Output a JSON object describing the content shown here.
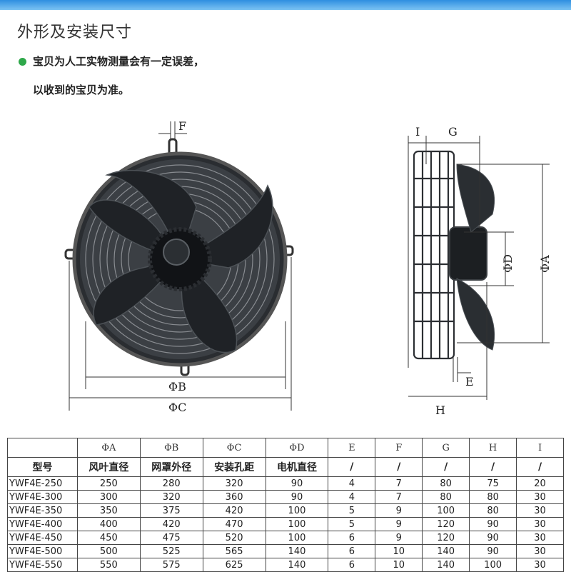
{
  "header": {
    "title": "外形及安装尺寸",
    "note_line1": "宝贝为人工实物测量会有一定误差，",
    "note_line2": "以收到的宝贝为准。"
  },
  "diagram": {
    "front_labels": {
      "f": "F",
      "phi_b": "ΦB",
      "phi_c": "ΦC"
    },
    "side_labels": {
      "i": "I",
      "g": "G",
      "phi_d": "ΦD",
      "phi_a": "ΦA",
      "e": "E",
      "h": "H"
    }
  },
  "table": {
    "header_row1": [
      "",
      "ΦA",
      "ΦB",
      "ΦC",
      "ΦD",
      "E",
      "F",
      "G",
      "H",
      "I"
    ],
    "header_row2": [
      "型号",
      "风叶直径",
      "网罩外径",
      "安装孔距",
      "电机直径",
      "/",
      "/",
      "/",
      "/",
      "/"
    ],
    "rows": [
      [
        "YWF4E-250",
        "250",
        "280",
        "320",
        "90",
        "4",
        "7",
        "80",
        "75",
        "20"
      ],
      [
        "YWF4E-300",
        "300",
        "320",
        "360",
        "90",
        "4",
        "7",
        "80",
        "80",
        "30"
      ],
      [
        "YWF4E-350",
        "350",
        "375",
        "420",
        "100",
        "5",
        "9",
        "100",
        "80",
        "30"
      ],
      [
        "YWF4E-400",
        "400",
        "420",
        "470",
        "100",
        "5",
        "9",
        "120",
        "90",
        "30"
      ],
      [
        "YWF4E-450",
        "450",
        "475",
        "520",
        "100",
        "6",
        "9",
        "120",
        "90",
        "30"
      ],
      [
        "YWF4E-500",
        "500",
        "525",
        "565",
        "140",
        "6",
        "10",
        "140",
        "90",
        "30"
      ],
      [
        "YWF4E-550",
        "550",
        "575",
        "625",
        "140",
        "6",
        "10",
        "140",
        "100",
        "30"
      ]
    ]
  }
}
